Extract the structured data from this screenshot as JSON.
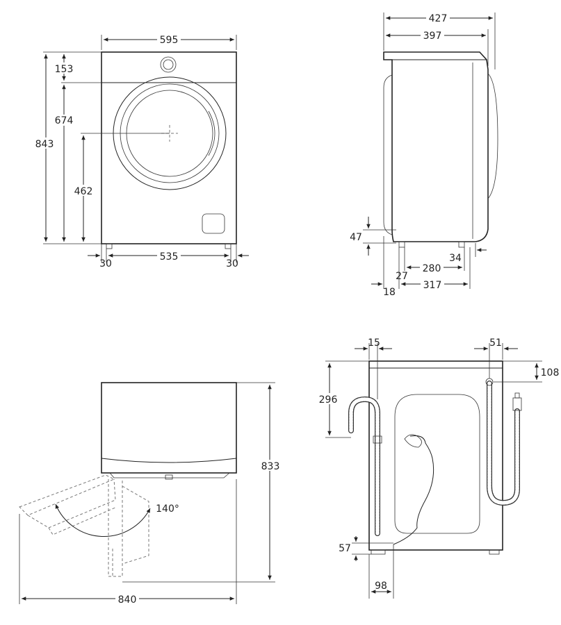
{
  "front_view": {
    "width": "595",
    "top_panel": "153",
    "door_top": "674",
    "height": "843",
    "door_center": "462",
    "feet_span": "535",
    "foot_left": "30",
    "foot_right": "30"
  },
  "side_view": {
    "total_depth": "427",
    "body_depth": "397",
    "foot_height": "47",
    "rear_foot": "18",
    "feet_offset": "27",
    "feet_span": "280",
    "front_foot": "34",
    "foot_to_foot": "317"
  },
  "top_view": {
    "height": "833",
    "door_angle": "140°",
    "door_open_width": "840"
  },
  "rear_view": {
    "hose_offset": "15",
    "hose_height": "296",
    "inlet_offset": "51",
    "inlet_height": "108",
    "cable_height": "57",
    "cable_offset": "98"
  }
}
